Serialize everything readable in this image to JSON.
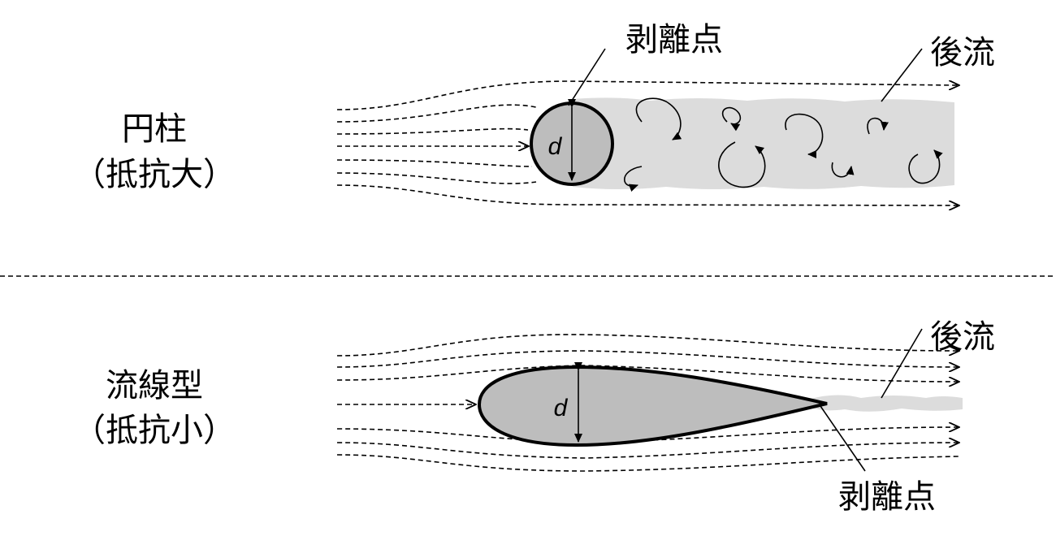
{
  "top": {
    "title": "円柱",
    "subtitle": "（抵抗大）",
    "separation_label": "剥離点",
    "wake_label": "後流",
    "dimension_label": "d"
  },
  "bottom": {
    "title": "流線型",
    "subtitle": "（抵抗小）",
    "separation_label": "剥離点",
    "wake_label": "後流",
    "dimension_label": "d"
  },
  "colors": {
    "body_fill": "#bdbdbd",
    "wake_fill": "#dcdcdc",
    "line": "#000000"
  }
}
